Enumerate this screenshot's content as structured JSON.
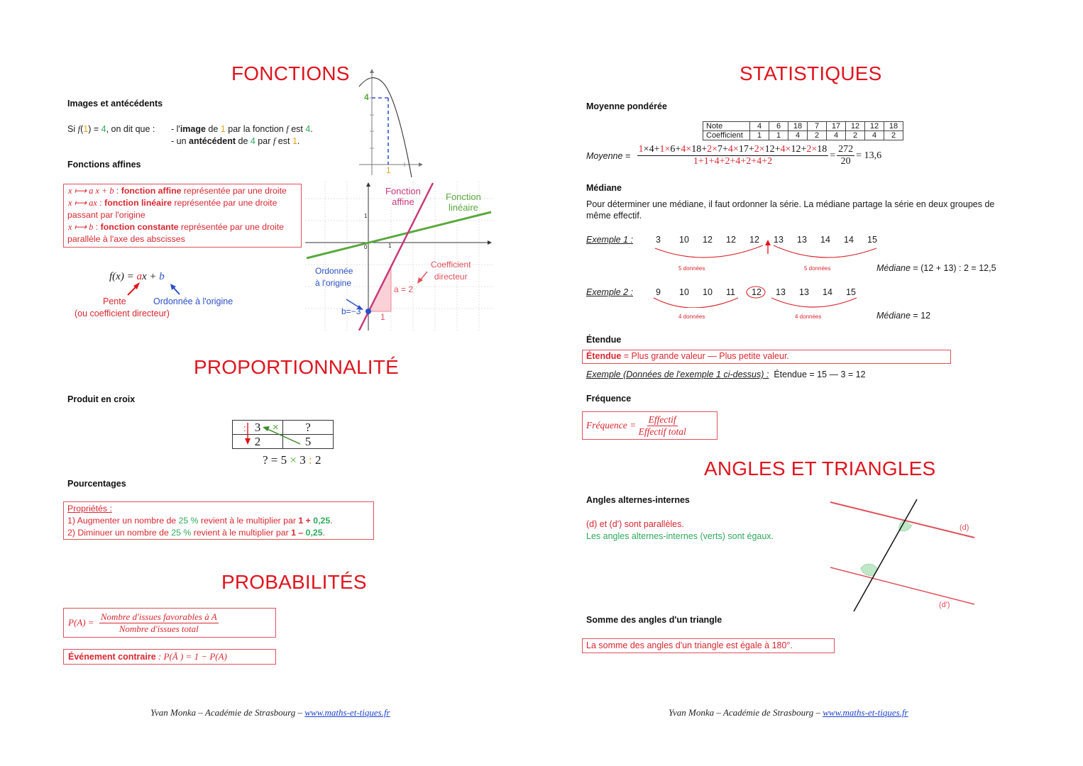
{
  "left": {
    "fonctions": {
      "title": "FONCTIONS",
      "images": {
        "heading": "Images et antécédents",
        "si": "Si ",
        "f": "f",
        "open": "(",
        "one": "1",
        "close": ") = ",
        "four": "4",
        "rest": ", on dit que :",
        "l1a": "- l'",
        "l1b": "image",
        "l1c": " de ",
        "l1d": "1",
        "l1e": " par la fonction ",
        "l1f": "f",
        "l1g": " est ",
        "l1h": "4",
        "l1i": ".",
        "l2a": "- un ",
        "l2b": "antécédent",
        "l2c": " de ",
        "l2d": "4",
        "l2e": " par ",
        "l2f": "f",
        "l2g": " est ",
        "l2h": "1",
        "l2i": "."
      },
      "parabola_graph": {
        "y_label": "4",
        "x_label": "1"
      },
      "affines": {
        "heading": "Fonctions affines",
        "box": [
          {
            "math": "x ⟼ a x + b",
            "sep": " : ",
            "bold": "fonction affine",
            "text": " représentée par une droite"
          },
          {
            "math": "x ⟼ ax",
            "sep": " : ",
            "bold": "fonction linéaire",
            "text": " représentée par une droite",
            "cont": "passant par l'origine"
          },
          {
            "math": "x ⟼ b",
            "sep": " : ",
            "bold": "fonction constante",
            "text": " représentée par une droite",
            "cont": "parallèle à l'axe des abscisses"
          }
        ],
        "formula": {
          "lhs": "f(x) = ",
          "a": "a",
          "x": "x + ",
          "b": "b"
        },
        "pente": "Pente",
        "pente2": "(ou coefficient directeur)",
        "ordonnee": "Ordonnée à l'origine"
      },
      "line_graph": {
        "fonction_affine": [
          "Fonction",
          "affine"
        ],
        "fonction_lineaire": [
          "Fonction",
          "linéaire"
        ],
        "ordonnee": [
          "Ordonnée",
          "à l'origine"
        ],
        "coefficient": [
          "Coefficient",
          "directeur"
        ],
        "a_label": "a = 2",
        "b_label": "b=−3",
        "one_label": "1",
        "tick_x": "1",
        "tick_y": "1",
        "origin": "0"
      }
    },
    "proportionnalite": {
      "title": "PROPORTIONNALITÉ",
      "heading": "Produit en croix",
      "table": [
        [
          "3",
          "?"
        ],
        [
          "2",
          "5"
        ]
      ],
      "div_sign": ":",
      "times_sign": "×",
      "formula": {
        "a": "? = 5 ",
        "times": "×",
        "b": " 3 ",
        "div": ":",
        "c": " 2"
      }
    },
    "pourcentages": {
      "heading": "Pourcentages",
      "proprietes": "Propriétés :",
      "l1": {
        "a": "1)  Augmenter un nombre de ",
        "pct": "25 %",
        "b": " revient à le multiplier par ",
        "c": "1 + ",
        "d": "0,25",
        "e": "."
      },
      "l2": {
        "a": "2)  Diminuer un nombre de ",
        "pct": "25 %",
        "b": " revient à le multiplier par ",
        "c": "1 – ",
        "d": "0,25",
        "e": "."
      }
    },
    "probabilites": {
      "title": "PROBABILITÉS",
      "pa": "P(A) = ",
      "num": "Nombre d'issues favorables à A",
      "den": "Nombre d'issues total",
      "contraire_bold": "Événement contraire",
      "contraire_formula": " : P(Ā ) = 1 − P(A)"
    },
    "footer": {
      "text": "Yvan Monka – Académie de Strasbourg – ",
      "link": "www.maths-et-tiques.fr"
    }
  },
  "right": {
    "statistiques": {
      "title": "STATISTIQUES",
      "moyenne": {
        "heading": "Moyenne pondérée",
        "table": {
          "row1_label": "Note",
          "notes": [
            "4",
            "6",
            "18",
            "7",
            "17",
            "12",
            "12",
            "18"
          ],
          "row2_label": "Coefficient",
          "coefs": [
            "1",
            "1",
            "4",
            "2",
            "4",
            "2",
            "4",
            "2"
          ]
        },
        "label": "Moyenne = ",
        "numerator": [
          [
            "1",
            "4"
          ],
          [
            "1",
            "6"
          ],
          [
            "4",
            "18"
          ],
          [
            "2",
            "7"
          ],
          [
            "4",
            "17"
          ],
          [
            "2",
            "12"
          ],
          [
            "4",
            "12"
          ],
          [
            "2",
            "18"
          ]
        ],
        "denominator": "1+1+4+2+4+2+4+2",
        "eq1": "=",
        "num2": "272",
        "den2": "20",
        "result": "= 13,6"
      },
      "mediane": {
        "heading": "Médiane",
        "text": "Pour déterminer une médiane, il faut ordonner la série. La médiane partage la série en deux groupes de même effectif.",
        "ex1_label": "Exemple 1 :",
        "ex1_values": [
          "3",
          "10",
          "12",
          "12",
          "12",
          "13",
          "13",
          "14",
          "14",
          "15"
        ],
        "ex1_group_left": "5 données",
        "ex1_group_right": "5 données",
        "ex1_result_label": "Médiane",
        "ex1_result": " = (12 + 13) : 2 = 12,5",
        "ex2_label": "Exemple 2 :",
        "ex2_values": [
          "9",
          "10",
          "10",
          "11",
          "12",
          "13",
          "13",
          "14",
          "15"
        ],
        "ex2_group_left": "4 données",
        "ex2_group_right": "4 données",
        "ex2_result_label": "Médiane",
        "ex2_result": " = 12"
      },
      "etendue": {
        "heading": "Étendue",
        "box_bold": "Étendue",
        "box_text": " = Plus grande valeur — Plus petite valeur.",
        "example_label": "Exemple (Données de l'exemple 1 ci-dessus) :",
        "example_text": "  Étendue = 15 — 3 = 12"
      },
      "frequence": {
        "heading": "Fréquence",
        "lhs": "Fréquence = ",
        "num": "Effectif",
        "den": "Effectif total"
      }
    },
    "angles": {
      "title": "ANGLES ET TRIANGLES",
      "heading1": "Angles alternes-internes",
      "line1": "(d) et (d') sont parallèles.",
      "line2": "Les angles alternes-internes (verts) sont égaux.",
      "d_label": "(d)",
      "dp_label": "(d')",
      "heading2": "Somme des angles d'un triangle",
      "box": "La somme des angles d'un triangle est égale à 180°."
    },
    "footer": {
      "text": "Yvan Monka – Académie de Strasbourg – ",
      "link": "www.maths-et-tiques.fr"
    }
  },
  "colors": {
    "red": "#e0141e",
    "green": "#2eaa5c",
    "orange": "#e8a317",
    "blue": "#2a4fc8",
    "magenta": "#c8387a",
    "line_green": "#5aa83c"
  }
}
